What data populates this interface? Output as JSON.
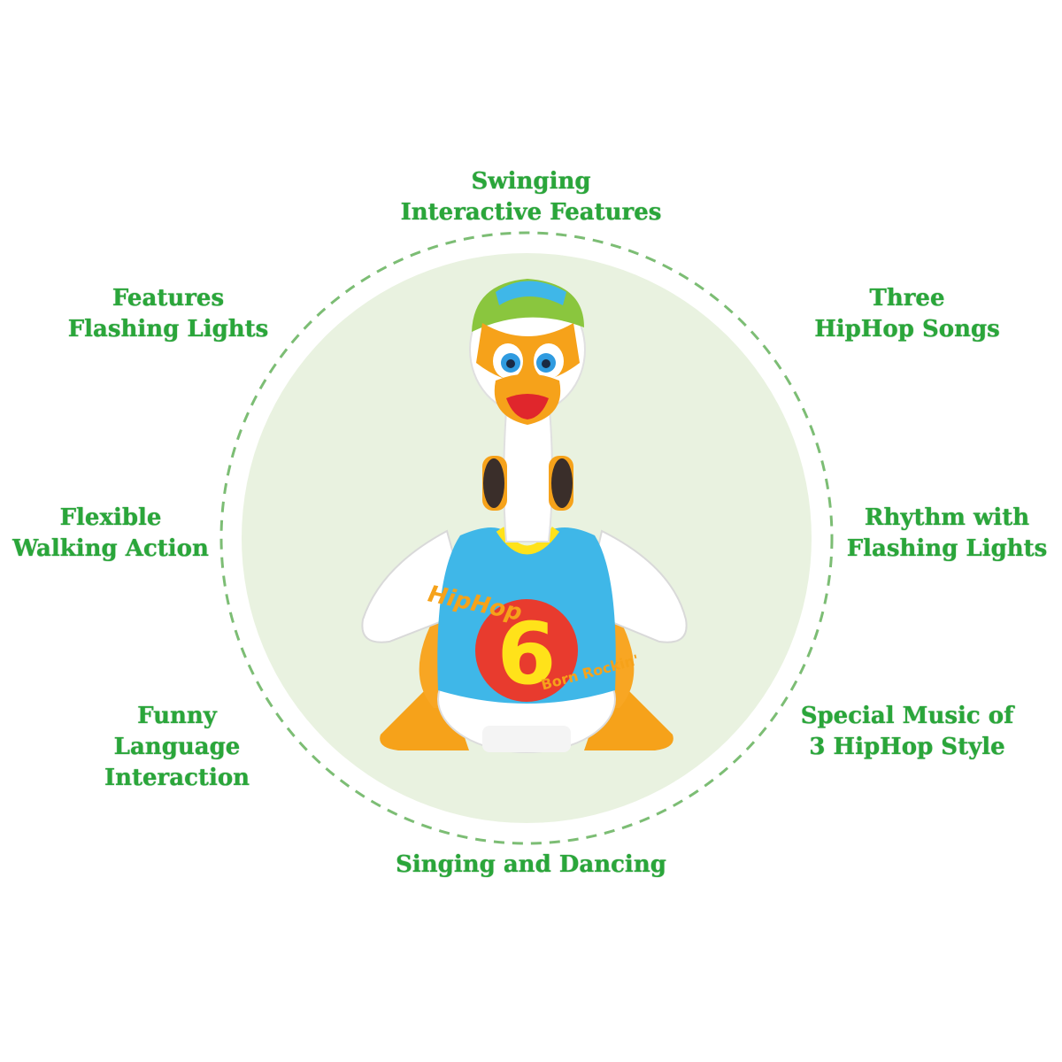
{
  "features": {
    "top": [
      "Swinging",
      "Interactive Features"
    ],
    "top_left": [
      "Features",
      "Flashing Lights"
    ],
    "top_right": [
      "Three",
      "HipHop Songs"
    ],
    "mid_left": [
      "Flexible",
      "Walking Action"
    ],
    "mid_right": [
      "Rhythm with",
      "Flashing Lights"
    ],
    "bottom_left": [
      "Funny",
      "Language",
      "Interaction"
    ],
    "bottom_right": [
      "Special Music of",
      "3 HipHop Style"
    ],
    "bottom": [
      "Singing and Dancing"
    ]
  },
  "toy": {
    "shirt_number": "6",
    "shirt_text_left": "HipHop",
    "shirt_text_right": "Born Rockin'"
  },
  "colors": {
    "text_green": "#2aa63a",
    "circle_fill": "#e8f2df",
    "ring_dash": "#6fb86a",
    "shirt_blue": "#3fb7e8",
    "beak_orange": "#f6a21a"
  }
}
